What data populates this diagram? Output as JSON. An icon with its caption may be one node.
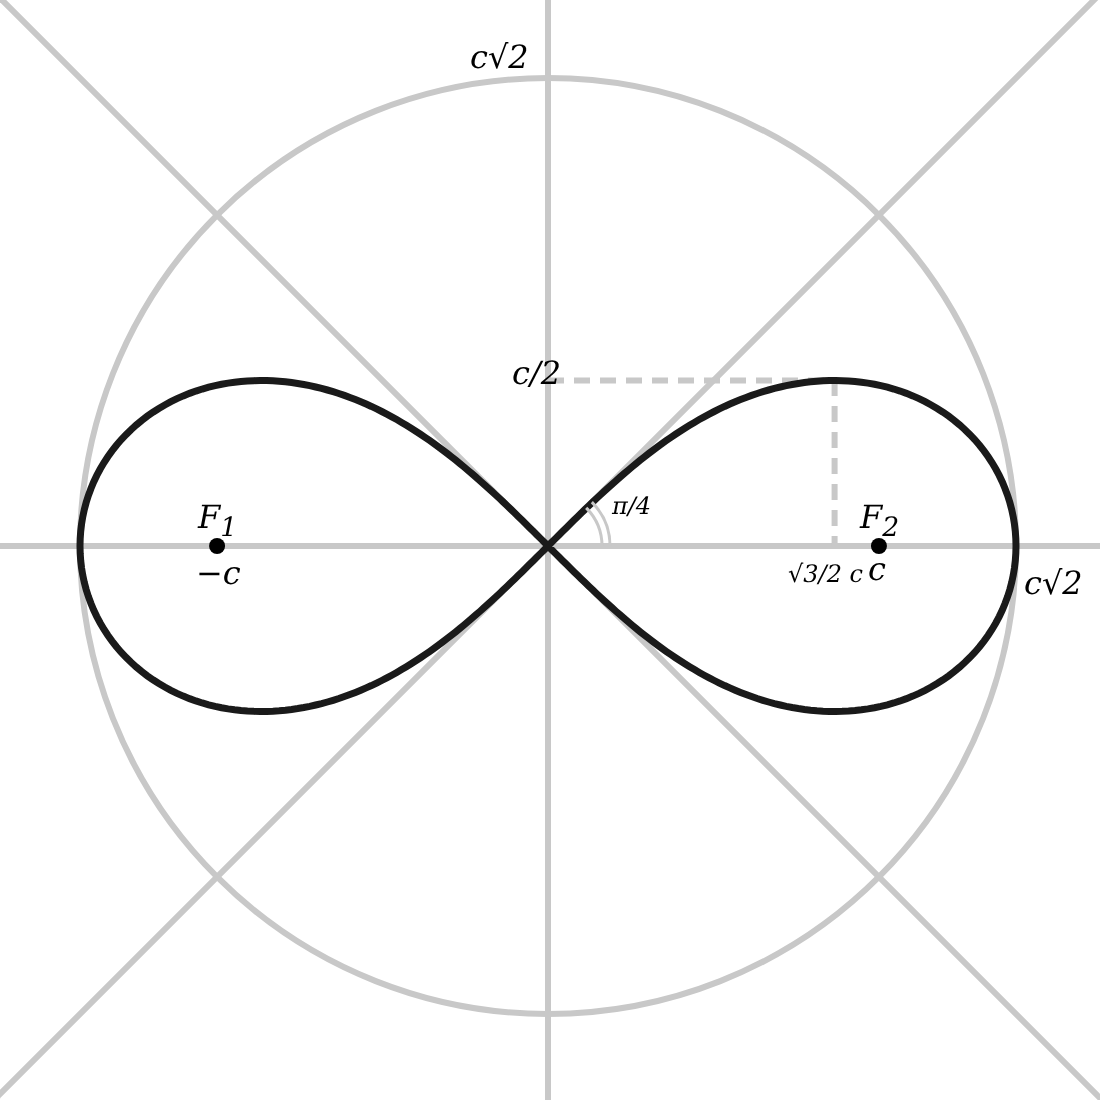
{
  "diagram": {
    "labels": [
      "c√2",
      "c/2",
      "F$_{1}$",
      "F$_{2}$",
      "π/4",
      "−c",
      "√3/2 c",
      "c",
      "c√2"
    ]
  }
}
